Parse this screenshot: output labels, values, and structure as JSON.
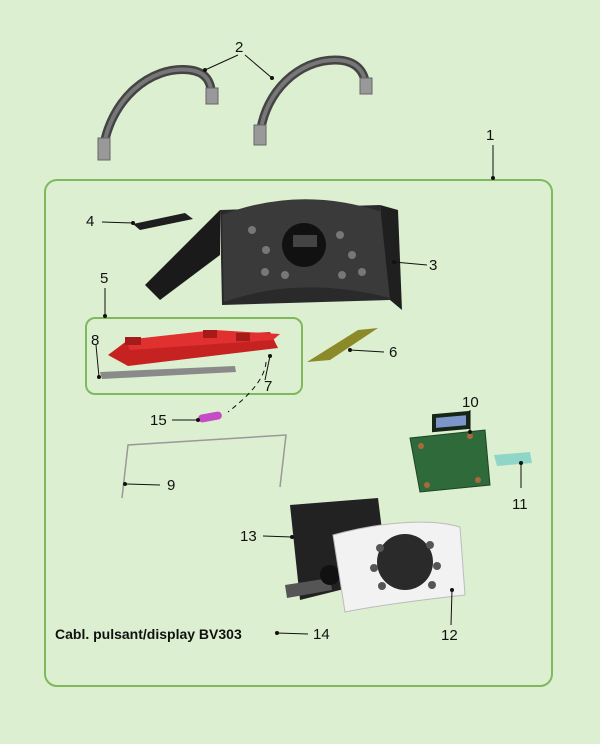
{
  "background_color": "#dcefd0",
  "frame_color": "#7fb95e",
  "callouts": {
    "c1": "1",
    "c2": "2",
    "c3": "3",
    "c4": "4",
    "c5": "5",
    "c6": "6",
    "c7": "7",
    "c8": "8",
    "c9": "9",
    "c10": "10",
    "c11": "11",
    "c12": "12",
    "c13": "13",
    "c14": "14",
    "c15": "15"
  },
  "caption_14": "Cabl. pulsant/display BV303"
}
